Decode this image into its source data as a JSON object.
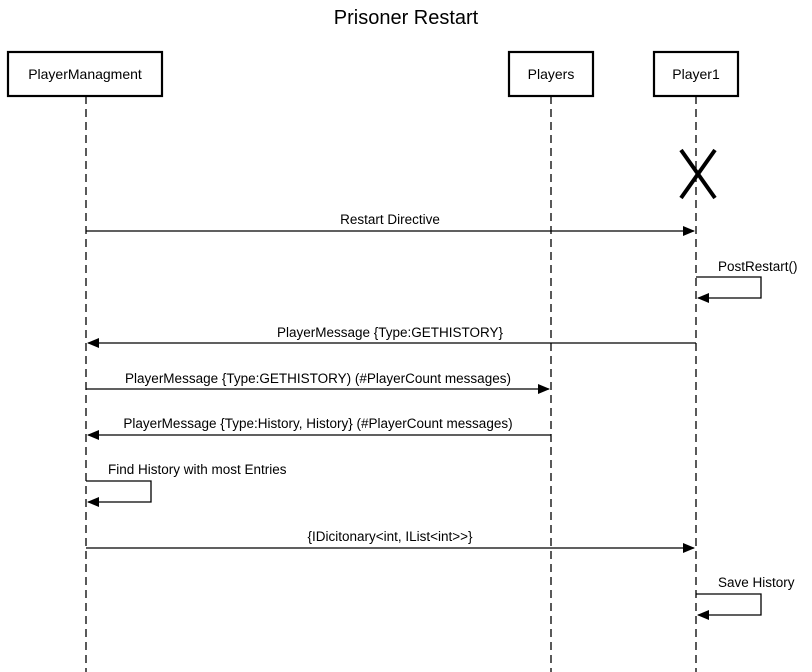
{
  "title": "Prisoner Restart",
  "participants": [
    {
      "id": "mgmt",
      "label": "PlayerManagment"
    },
    {
      "id": "players",
      "label": "Players"
    },
    {
      "id": "player1",
      "label": "Player1"
    }
  ],
  "destroy_marker": {
    "participant": "player1",
    "symbol": "X"
  },
  "messages": [
    {
      "from": "mgmt",
      "to": "player1",
      "label": "Restart Directive"
    },
    {
      "from": "player1",
      "to": "player1",
      "label": "PostRestart()"
    },
    {
      "from": "player1",
      "to": "mgmt",
      "label": "PlayerMessage {Type:GETHISTORY}"
    },
    {
      "from": "mgmt",
      "to": "players",
      "label": "PlayerMessage {Type:GETHISTORY) (#PlayerCount messages)"
    },
    {
      "from": "players",
      "to": "mgmt",
      "label": "PlayerMessage {Type:History, History} (#PlayerCount messages)"
    },
    {
      "from": "mgmt",
      "to": "mgmt",
      "label": "Find History with most Entries"
    },
    {
      "from": "mgmt",
      "to": "player1",
      "label": "{IDicitonary<int, IList<int>>}"
    },
    {
      "from": "player1",
      "to": "player1",
      "label": "Save History"
    }
  ]
}
